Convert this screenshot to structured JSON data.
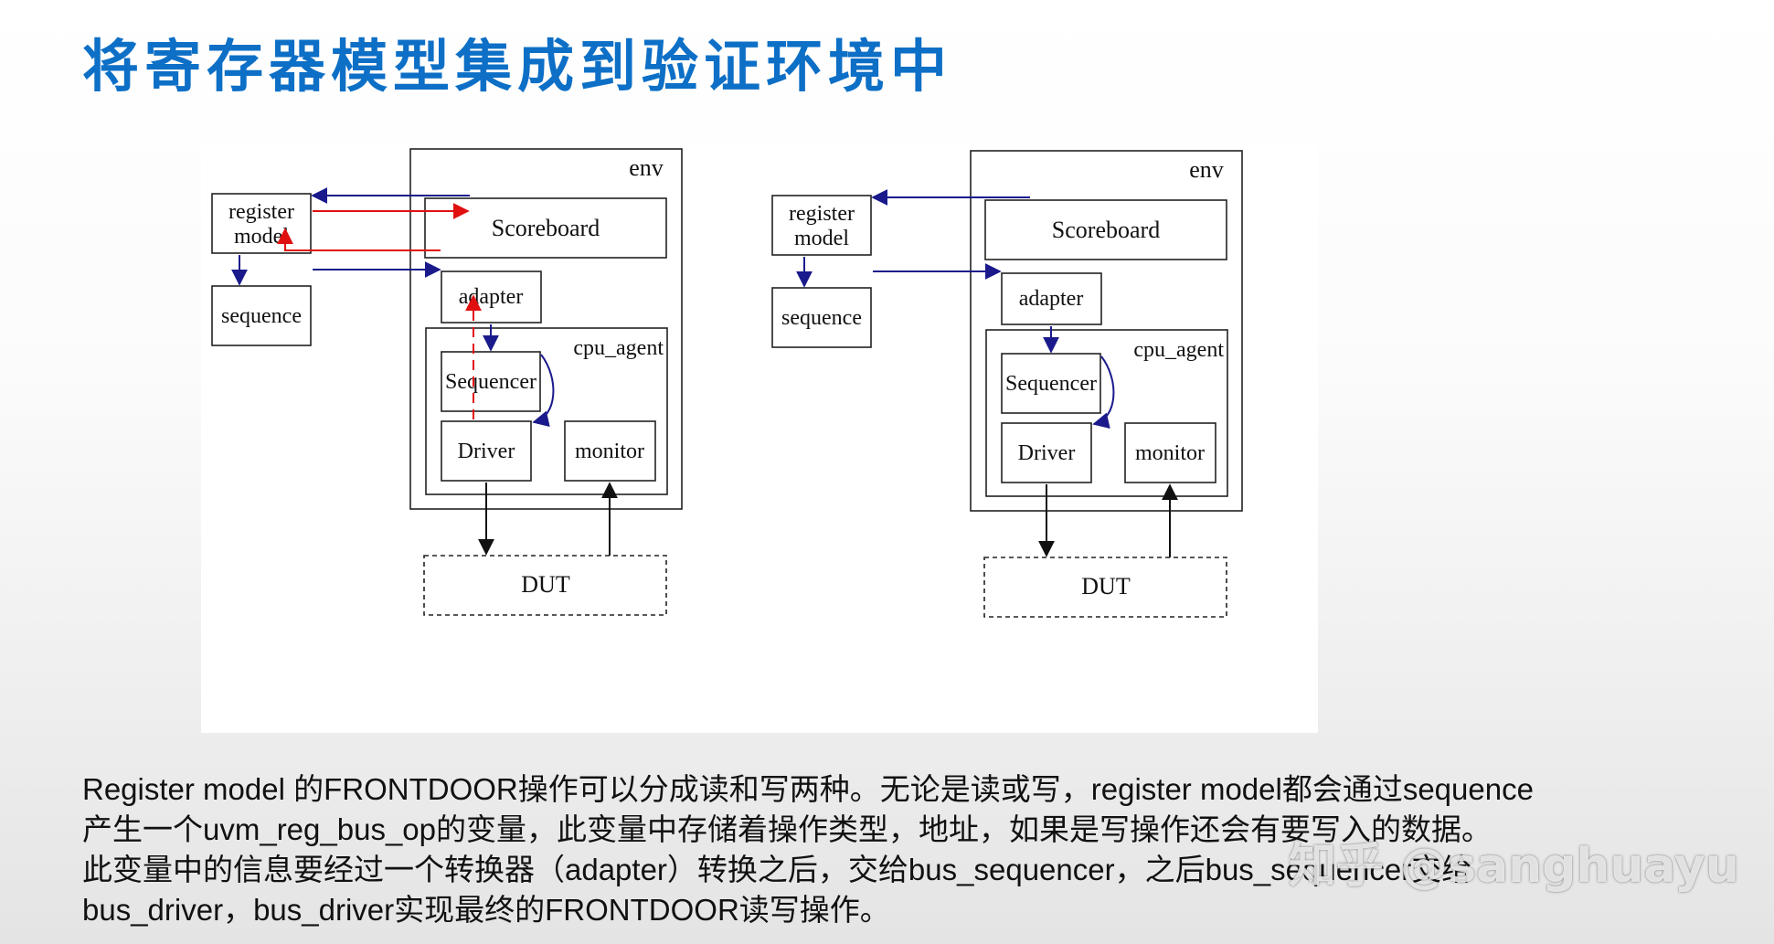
{
  "slide": {
    "title": "将寄存器模型集成到验证环境中",
    "caption_lines": [
      "Register model 的FRONTDOOR操作可以分成读和写两种。无论是读或写，register model都会通过sequence",
      "产生一个uvm_reg_bus_op的变量，此变量中存储着操作类型，地址，如果是写操作还会有要写入的数据。",
      "此变量中的信息要经过一个转换器（adapter）转换之后，交给bus_sequencer，之后bus_sequencer交给",
      "bus_driver，bus_driver实现最终的FRONTDOOR读写操作。"
    ],
    "watermark": "知乎 @sanghuayu"
  },
  "diagrams": [
    {
      "env": "env",
      "register_model": [
        "register",
        "model"
      ],
      "scoreboard": "Scoreboard",
      "sequence": "sequence",
      "adapter": "adapter",
      "cpu_agent": "cpu_agent",
      "sequencer": "Sequencer",
      "driver": "Driver",
      "monitor": "monitor",
      "dut": "DUT"
    },
    {
      "env": "env",
      "register_model": [
        "register",
        "model"
      ],
      "scoreboard": "Scoreboard",
      "sequence": "sequence",
      "adapter": "adapter",
      "cpu_agent": "cpu_agent",
      "sequencer": "Sequencer",
      "driver": "Driver",
      "monitor": "monitor",
      "dut": "DUT"
    }
  ],
  "colors": {
    "title": "#0d6fc6",
    "arrow_blue": "#1a1a8c",
    "arrow_red": "#e01010",
    "arrow_black": "#111111"
  }
}
